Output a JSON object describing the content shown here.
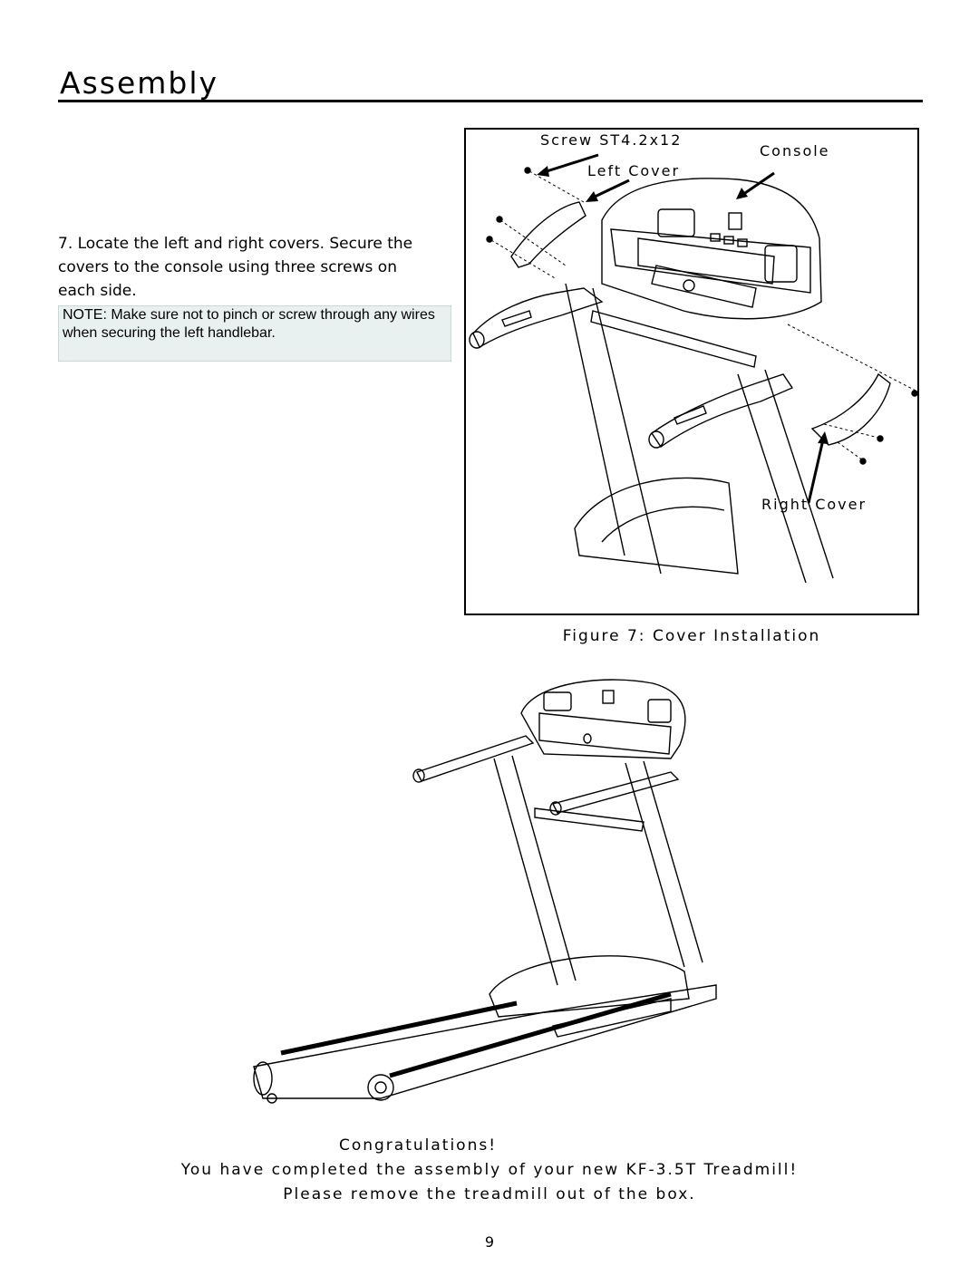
{
  "page": {
    "title": "Assembly",
    "step_text": "7. Locate the left and right covers. Secure the covers to the console using three screws on each side.",
    "note_text": "NOTE:   Make sure not to pinch or screw through any wires when securing the left handlebar.",
    "page_number": "9"
  },
  "figure": {
    "caption": "Figure 7: Cover Installation",
    "labels": {
      "screw": "Screw ST4.2x12",
      "console": "Console",
      "left_cover": "Left Cover",
      "right_cover": "Right Cover"
    }
  },
  "closing": {
    "congrats": "Congratulations!",
    "line1": "You have completed the assembly of your new KF-3.5T Treadmill!",
    "line2": "Please remove the treadmill out of the box."
  }
}
